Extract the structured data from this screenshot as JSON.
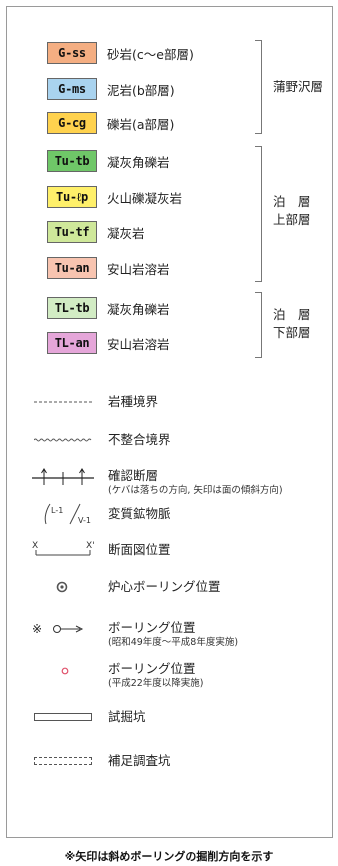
{
  "units": [
    {
      "code": "G-ss",
      "label": "砂岩(c～e部層)",
      "color": "#f4ae82"
    },
    {
      "code": "G-ms",
      "label": "泥岩(b部層)",
      "color": "#a9d3ef"
    },
    {
      "code": "G-cg",
      "label": "礫岩(a部層)",
      "color": "#ffd24e"
    },
    {
      "code": "Tu-tb",
      "label": "凝灰角礫岩",
      "color": "#6fc768"
    },
    {
      "code": "Tu-ℓp",
      "label": "火山礫凝灰岩",
      "color": "#fff06a"
    },
    {
      "code": "Tu-tf",
      "label": "凝灰岩",
      "color": "#cfe89a"
    },
    {
      "code": "Tu-an",
      "label": "安山岩溶岩",
      "color": "#f8c4b0"
    },
    {
      "code": "TL-tb",
      "label": "凝灰角礫岩",
      "color": "#d2ecc4"
    },
    {
      "code": "TL-an",
      "label": "安山岩溶岩",
      "color": "#e5a6d9"
    }
  ],
  "groups": {
    "kamanosawa": "蒲野沢層",
    "tomari_upper": [
      "泊　層",
      "上部層"
    ],
    "tomari_lower": [
      "泊　層",
      "下部層"
    ]
  },
  "symbols": {
    "rock_boundary": "岩種境界",
    "unconformity": "不整合境界",
    "fault": "確認断層",
    "fault_note": "(ケバは落ちの方向, 矢印は面の傾斜方向)",
    "vein": "変質鉱物脈",
    "vein_labels": [
      "L-1",
      "V-1"
    ],
    "section": "断面図位置",
    "core_boring": "炉心ボーリング位置",
    "boring_mark": "※",
    "boring_old": "ボーリング位置",
    "boring_old_note": "(昭和49年度～平成8年度実施)",
    "boring_new": "ボーリング位置",
    "boring_new_note": "(平成22年度以降実施)",
    "test_pit": "試掘坑",
    "supp_pit": "補足調査坑",
    "section_ends": [
      "X",
      "X'"
    ]
  },
  "footnote": "※矢印は斜めボーリングの掘削方向を示す"
}
